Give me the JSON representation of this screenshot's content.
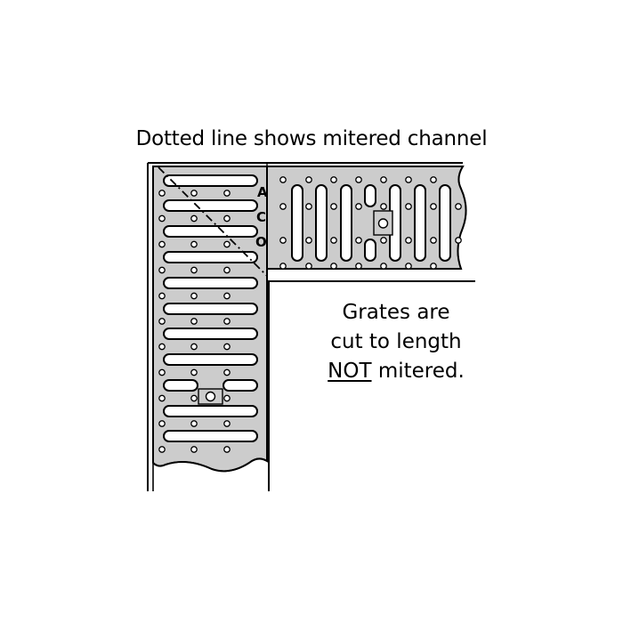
{
  "caption": "Dotted line shows mitered channel",
  "note": {
    "line1": "Grates are",
    "line2": "cut to length",
    "line3_emphasis": "NOT",
    "line3_rest": " mitered."
  },
  "channel_mark": [
    "A",
    "C",
    "O"
  ],
  "colors": {
    "grate_fill": "#cccccc",
    "outline": "#000000",
    "slot_fill": "#ffffff",
    "background": "#ffffff"
  }
}
